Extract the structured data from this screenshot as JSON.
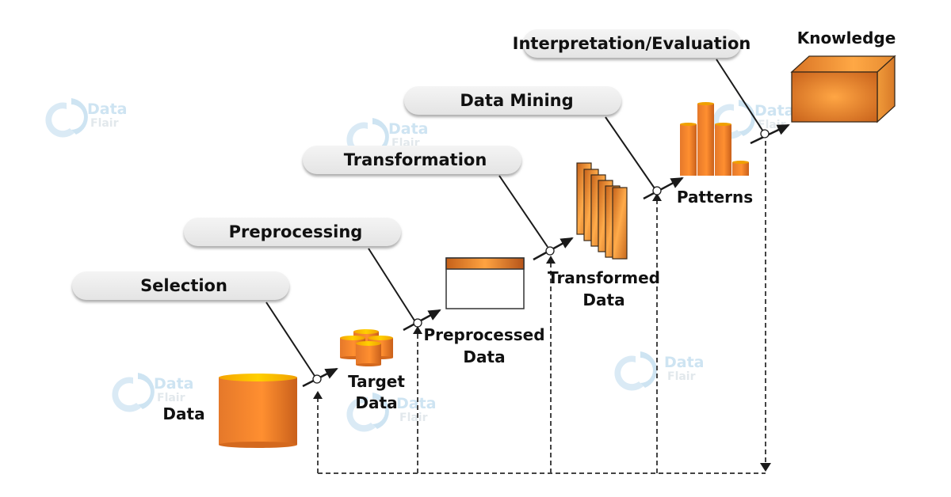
{
  "diagram": {
    "title": "KDD Process",
    "steps": [
      {
        "id": "selection",
        "label": "Selection"
      },
      {
        "id": "preprocessing",
        "label": "Preprocessing"
      },
      {
        "id": "transformation",
        "label": "Transformation"
      },
      {
        "id": "data-mining",
        "label": "Data Mining"
      },
      {
        "id": "interpretation",
        "label": "Interpretation/Evaluation"
      }
    ],
    "nodes": [
      {
        "id": "data",
        "lines": [
          "Data"
        ]
      },
      {
        "id": "target-data",
        "lines": [
          "Target",
          "Data"
        ]
      },
      {
        "id": "preprocessed-data",
        "lines": [
          "Preprocessed",
          "Data"
        ]
      },
      {
        "id": "transformed-data",
        "lines": [
          "Transformed",
          "Data"
        ]
      },
      {
        "id": "patterns",
        "lines": [
          "Patterns"
        ]
      },
      {
        "id": "knowledge",
        "lines": [
          "Knowledge"
        ]
      }
    ],
    "watermark": {
      "line1": "Data",
      "line2": "Flair"
    },
    "colors": {
      "orange_light": "#ffa341",
      "orange_mid": "#f08228",
      "orange_dark": "#c5611a",
      "cap_yellow": "#ffc400",
      "pill_fill": "#eeeeee",
      "line": "#1a1a1a",
      "dashed": "#444444",
      "watermark": "#c9e1f1"
    }
  }
}
